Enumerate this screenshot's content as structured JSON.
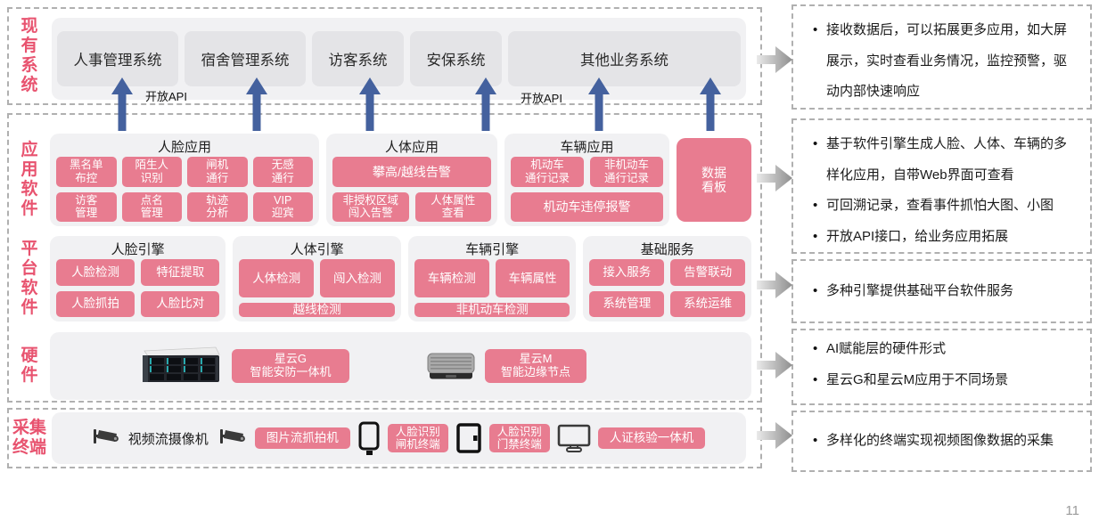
{
  "page_number": "11",
  "colors": {
    "accent_pink": "#E87C90",
    "label_red": "#E8536F",
    "arrow_blue": "#44619E",
    "panel_gray": "#F1F1F3",
    "system_box_gray": "#E4E4E7"
  },
  "existing": {
    "label": "现\n有\n系\n统",
    "systems": [
      "人事管理系统",
      "宿舍管理系统",
      "访客系统",
      "安保系统",
      "其他业务系统"
    ],
    "open_api_left": "开放API",
    "open_api_right": "开放API"
  },
  "application": {
    "label": "应\n用\n软\n件",
    "face": {
      "title": "人脸应用",
      "chips": [
        "黑名单\n布控",
        "陌生人\n识别",
        "闸机\n通行",
        "无感\n通行",
        "访客\n管理",
        "点名\n管理",
        "轨迹\n分析",
        "VIP\n迎宾"
      ]
    },
    "body": {
      "title": "人体应用",
      "chip_wide": "攀高/越线告警",
      "chips": [
        "非授权区域\n闯入告警",
        "人体属性\n查看"
      ]
    },
    "vehicle": {
      "title": "车辆应用",
      "chips": [
        "机动车\n通行记录",
        "非机动车\n通行记录"
      ],
      "chip_wide": "机动车违停报警"
    },
    "dashboard": "数据\n看板"
  },
  "platform": {
    "label": "平\n台\n软\n件",
    "face_engine": {
      "title": "人脸引擎",
      "chips": [
        "人脸检测",
        "特征提取",
        "人脸抓拍",
        "人脸比对"
      ]
    },
    "body_engine": {
      "title": "人体引擎",
      "chips": [
        "人体检测",
        "闯入检测"
      ],
      "chip_wide": "越线检测"
    },
    "vehicle_engine": {
      "title": "车辆引擎",
      "chips": [
        "车辆检测",
        "车辆属性"
      ],
      "chip_wide": "非机动车检测"
    },
    "base_service": {
      "title": "基础服务",
      "chips": [
        "接入服务",
        "告警联动",
        "系统管理",
        "系统运维"
      ]
    }
  },
  "hardware": {
    "label": "硬\n件",
    "devices": [
      {
        "name": "星云G\n智能安防一体机"
      },
      {
        "name": "星云M\n智能边缘节点"
      }
    ]
  },
  "terminal": {
    "label": "采集\n终端",
    "items": [
      {
        "label": "视频流摄像机"
      },
      {
        "label": "图片流抓拍机"
      },
      {
        "label": "人脸识别\n闸机终端"
      },
      {
        "label": "人脸识别\n门禁终端"
      },
      {
        "label": "人证核验一体机"
      }
    ]
  },
  "notes": [
    {
      "bullets": [
        "接收数据后，可以拓展更多应用，如大屏展示，实时查看业务情况，监控预警，驱动内部快速响应"
      ]
    },
    {
      "bullets": [
        "基于软件引擎生成人脸、人体、车辆的多样化应用，自带Web界面可查看",
        "可回溯记录，查看事件抓怕大图、小图",
        "开放API接口，给业务应用拓展"
      ]
    },
    {
      "bullets": [
        "多种引擎提供基础平台软件服务"
      ]
    },
    {
      "bullets": [
        "AI赋能层的硬件形式",
        "星云G和星云M应用于不同场景"
      ]
    },
    {
      "bullets": [
        "多样化的终端实现视频图像数据的采集"
      ]
    }
  ]
}
